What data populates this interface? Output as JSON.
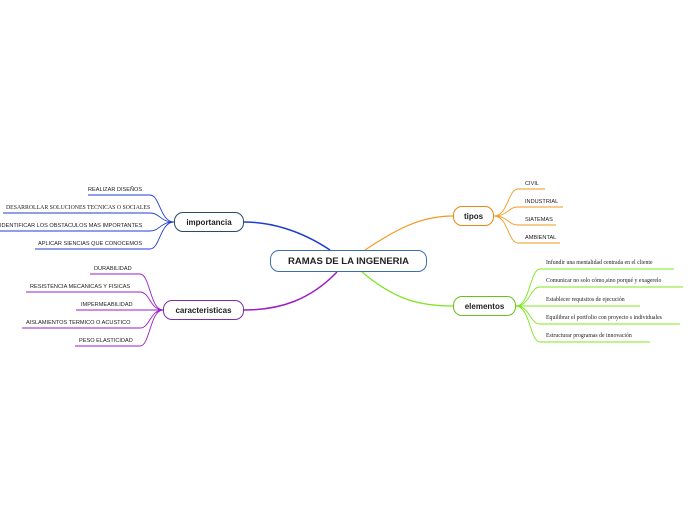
{
  "central": "RAMAS DE LA INGENERIA",
  "branches": {
    "importancia": {
      "label": "importancia",
      "color": "#1f3ecf",
      "items": [
        "REALIZAR DISEÑOS",
        "DESARROLLAR SOLUCIONES TECNICAS O SOCIALES",
        "IDENTIFICAR LOS OBSTACULOS MAS IMPORTANTES",
        "APLICAR SIENCIAS QUE CONOCEMOS"
      ]
    },
    "caracteristicas": {
      "label": "caracteristicas",
      "color": "#9b1fc8",
      "items": [
        "DURABILIDAD",
        "RESISTENCIA MECANICAS Y FISICAS",
        "IMPERMEABILIDAD",
        "AISLAMIENTOS TERMICO O ACUSTICO",
        "PESO ELASTICIDAD"
      ]
    },
    "tipos": {
      "label": "tipos",
      "color": "#f29a1c",
      "items": [
        "CIVIL",
        "INDUSTRIAL",
        "SIATEMAS",
        "AMBIENTAL"
      ]
    },
    "elementos": {
      "label": "elementos",
      "color": "#7ce81c",
      "items": [
        "Infundir una mentalidad centrada en el cliente",
        "Comunicar no solo cómo,sino porqué y exagerelo",
        "Establecer requisitos de ejecución",
        "Equilibrar el portfolio con proyecto s individuales",
        "Estructurar programas de innovación"
      ]
    }
  }
}
